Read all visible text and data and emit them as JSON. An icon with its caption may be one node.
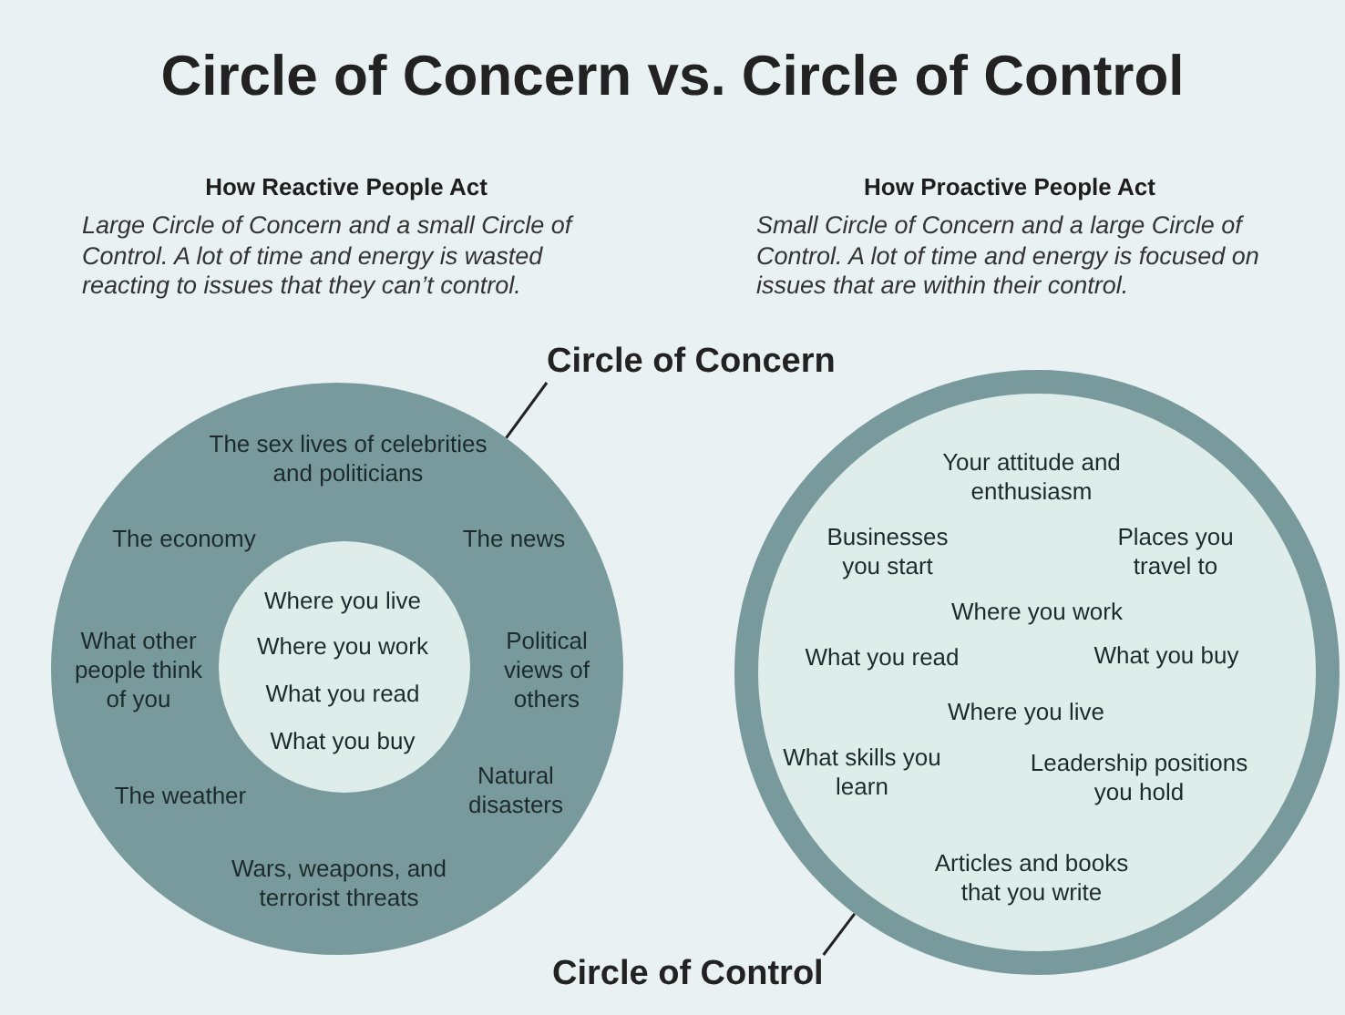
{
  "diagram": {
    "title": "Circle of Concern vs. Circle of Control",
    "nodes": [
      {
        "text": [
          "Circle of Concern"
        ]
      },
      {
        "text": [
          "The sex lives of celebrities and politicians",
          "The economy",
          "The news",
          "What other people think of you",
          "Political views of others",
          "The weather",
          "Natural disasters",
          "Wars, weapons, and terrorist threats"
        ]
      },
      {
        "text": [
          "Where you live",
          "Where you work",
          "What you read",
          "What you buy"
        ],
        "in": 1
      },
      {
        "text": [
          "Your attitude and enthusiasm",
          "Businesses you start",
          "Places you travel to",
          "Where you work",
          "What you read",
          "What you buy",
          "Where you live",
          "What skills you learn",
          "Leadership positions you hold",
          "Articles and books that you write"
        ]
      },
      {
        "text": [
          "Circle of Control"
        ]
      }
    ],
    "edges": [
      {
        "from": 0,
        "to": 1,
        "arrow": "none"
      },
      {
        "from": 4,
        "to": 3,
        "arrow": "none"
      }
    ],
    "labels": [
      "How Reactive People Act",
      "Large Circle of Concern and a small Circle of Control. A lot of time and energy is wasted reacting to issues that they can’t control.",
      "How Proactive People Act",
      "Small Circle of Concern and a large Circle of Control. A lot of time and energy is focused on issues that are within their control."
    ]
  }
}
